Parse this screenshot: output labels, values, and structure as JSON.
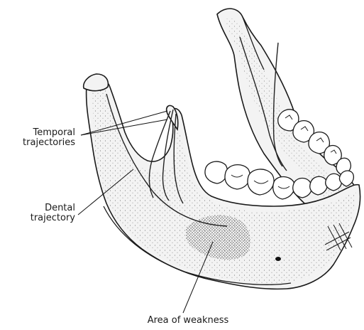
{
  "labels": {
    "temporal_line1": "Temporal",
    "temporal_line2": "trajectories",
    "dental_line1": "Dental",
    "dental_line2": "trajectory",
    "weakness": "Area of weakness"
  }
}
